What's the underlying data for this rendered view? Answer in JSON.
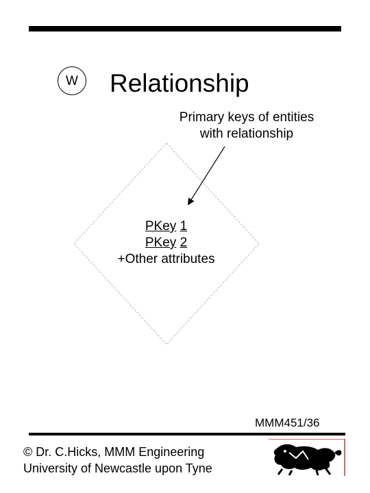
{
  "header": {
    "logo_letter": "W",
    "title": "Relationship"
  },
  "diagram": {
    "callout_lines": [
      "Primary keys of entities",
      "with relationship"
    ],
    "attributes": [
      {
        "name": "PKey",
        "index": "1"
      },
      {
        "name": "PKey",
        "index": "2"
      }
    ],
    "other_attributes": "+Other attributes"
  },
  "slide_number": "MMM451/36",
  "footer": {
    "line1": "© Dr. C.Hicks, MMM Engineering",
    "line2": "University of Newcastle upon Tyne"
  }
}
